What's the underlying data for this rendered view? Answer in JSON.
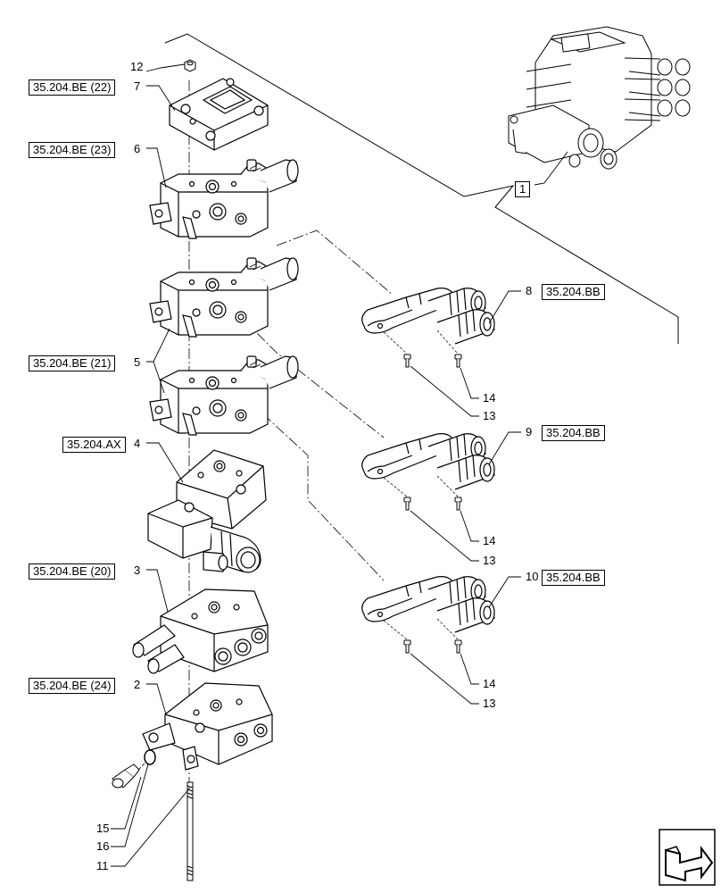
{
  "references": {
    "be22": "35.204.BE (22)",
    "be23": "35.204.BE (23)",
    "be21": "35.204.BE (21)",
    "ax": "35.204.AX",
    "be20": "35.204.BE (20)",
    "be24": "35.204.BE (24)",
    "bb8": "35.204.BB",
    "bb9": "35.204.BB",
    "bb10": "35.204.BB",
    "assembly": "1"
  },
  "callouts": {
    "c12": "12",
    "c7": "7",
    "c6": "6",
    "c5": "5",
    "c4": "4",
    "c3": "3",
    "c2": "2",
    "c15": "15",
    "c16": "16",
    "c11": "11",
    "c8": "8",
    "c9": "9",
    "c10": "10",
    "c14a": "14",
    "c13a": "13",
    "c14b": "14",
    "c13b": "13",
    "c14c": "14",
    "c13c": "13"
  },
  "nav_icon": "navigation-arrow-icon"
}
